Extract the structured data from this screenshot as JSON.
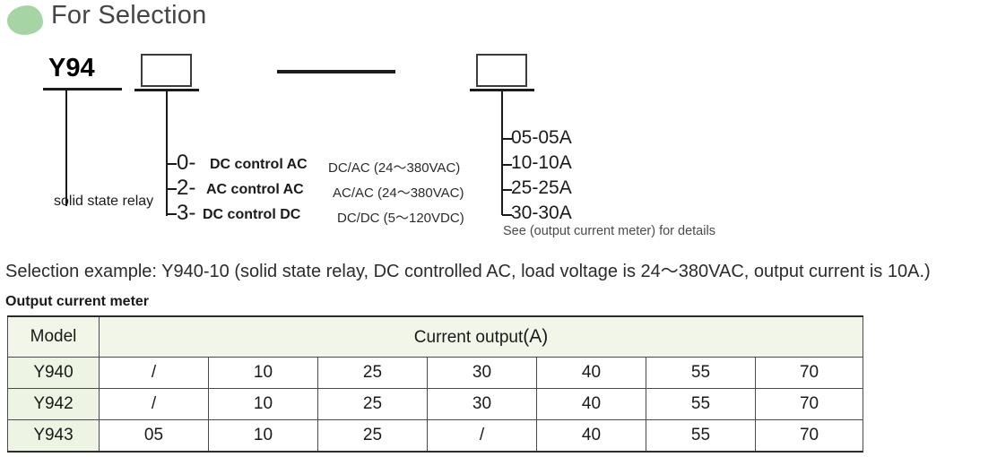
{
  "header": {
    "title": "For Selection",
    "icon": "leaf-blob-icon",
    "icon_color": "#a6d4a4"
  },
  "diagram": {
    "series_label": "Y94",
    "series_caption": "solid state relay",
    "box_placeholder": "",
    "separator": "-",
    "control_options": [
      {
        "code": "0-",
        "name": "DC control AC",
        "spec": "DC/AC (24～380VAC)"
      },
      {
        "code": "2-",
        "name": "AC control AC",
        "spec": "AC/AC (24～380VAC)"
      },
      {
        "code": "3-",
        "name": "DC control DC",
        "spec": "DC/DC (5～120VDC)"
      }
    ],
    "current_options": [
      "05-05A",
      "10-10A",
      "25-25A",
      "30-30A"
    ],
    "current_note": "See (output current meter) for details"
  },
  "selection_example": "Selection example: Y940-10 (solid state relay, DC controlled AC, load voltage is 24～380VAC, output current is 10A.)",
  "table": {
    "caption": "Output current meter",
    "header_model": "Model",
    "header_current": "Current output",
    "header_current_unit": "(A)",
    "accent_color": "#2b7fc4",
    "model_cell_bg": "#eef4e3",
    "header_bg": "#f1f6e8",
    "rows": [
      {
        "model": "Y940",
        "values": [
          "/",
          "10",
          "25",
          "30",
          "40",
          "55",
          "70"
        ]
      },
      {
        "model": "Y942",
        "values": [
          "/",
          "10",
          "25",
          "30",
          "40",
          "55",
          "70"
        ]
      },
      {
        "model": "Y943",
        "values": [
          "05",
          "10",
          "25",
          "/",
          "40",
          "55",
          "70"
        ]
      }
    ]
  }
}
